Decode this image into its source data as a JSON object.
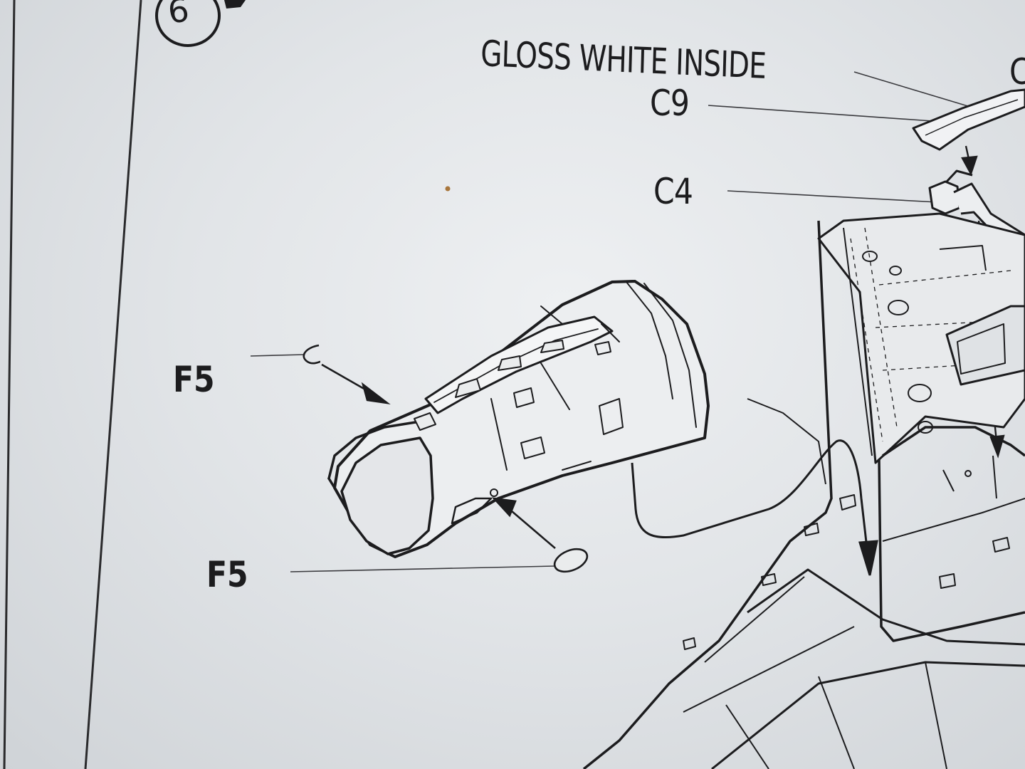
{
  "instruction_sheet": {
    "step_number": "6",
    "labels": {
      "gloss_white_inside": "GLOSS WHITE INSIDE",
      "c9": "C9",
      "c4": "C4",
      "f5_upper": "F5",
      "f5_lower": "F5",
      "edge_partial": "C"
    }
  },
  "colors": {
    "ink": "#1c1c1e",
    "paper": "#e6e8eb",
    "shadow": "#c9ccd0"
  }
}
